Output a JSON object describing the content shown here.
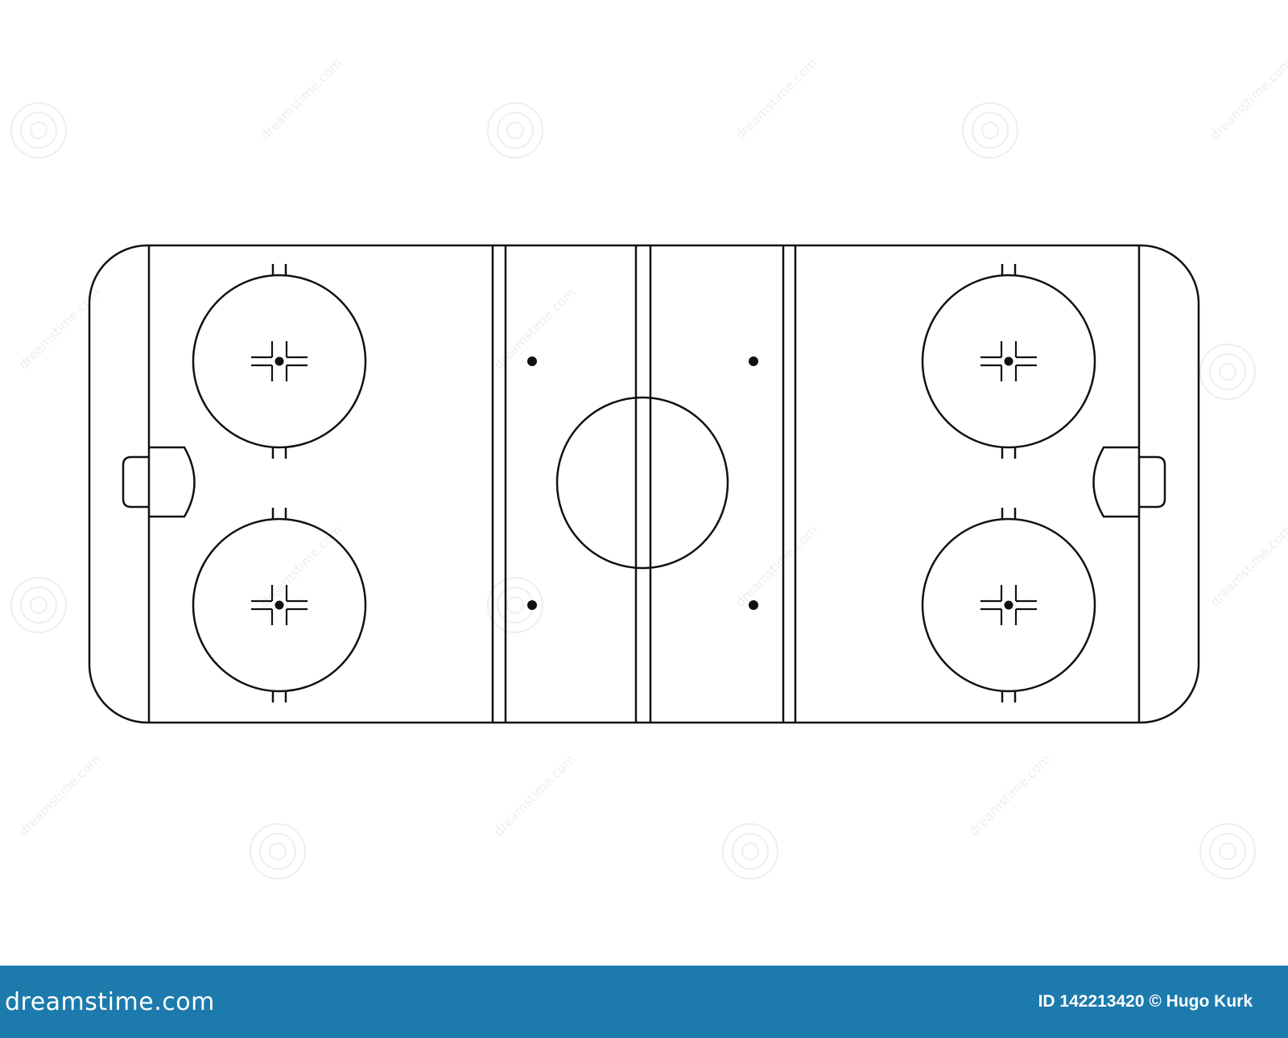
{
  "colors": {
    "background": "#ffffff",
    "line": "#111111",
    "footer": "#1d7aad",
    "footer_text": "#ffffff",
    "watermark": "#eeeeee"
  },
  "footer": {
    "logo": "dreamstime.com",
    "credit": "ID 142213420 © Hugo Kurk"
  },
  "watermark": {
    "text": "dreamstime.com",
    "icon": "spiral-watermark-icon"
  },
  "rink": {
    "description_icons": [
      "faceoff-circle",
      "faceoff-dot",
      "goal-crease",
      "goal-net",
      "center-ice-circle"
    ]
  }
}
